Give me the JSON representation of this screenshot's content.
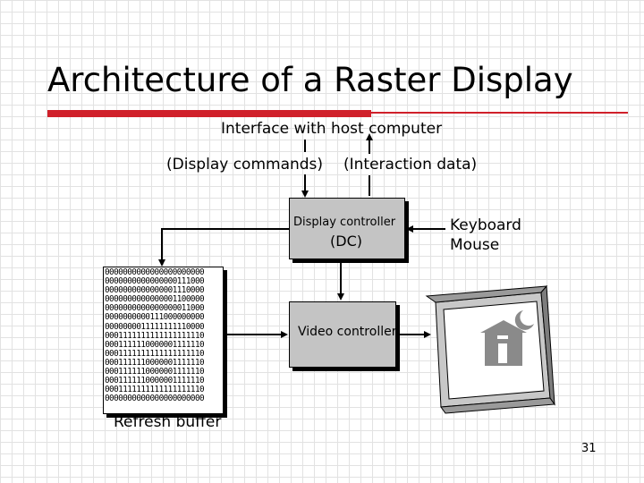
{
  "title": "Architecture of a Raster Display",
  "labels": {
    "interface": "Interface with host computer",
    "display_commands": "(Display commands)",
    "interaction_data": "(Interaction data)",
    "display_controller": "Display controller",
    "dc_abbrev": "(DC)",
    "keyboard": "Keyboard",
    "mouse": "Mouse",
    "video_controller": "Video controller",
    "refresh_buffer": "Refresh buffer"
  },
  "refresh_buffer_rows": [
    "0000000000000000000000",
    "0000000000000000111000",
    "0000000000000001110000",
    "0000000000000001100000",
    "0000000000000000011000",
    "0000000000111000000000",
    "0000000011111111110000",
    "0001111111111111111110",
    "0001111110000001111110",
    "0001111111111111111110",
    "0001111110000001111110",
    "0001111110000001111110",
    "0001111110000001111110",
    "0001111111111111111110",
    "0000000000000000000000"
  ],
  "page_number": "31",
  "colors": {
    "accent_red": "#d0202a",
    "box_gray": "#c4c4c4",
    "grid": "#e2e2e2"
  },
  "icons": [
    "monitor-icon",
    "house-icon",
    "moon-icon"
  ]
}
